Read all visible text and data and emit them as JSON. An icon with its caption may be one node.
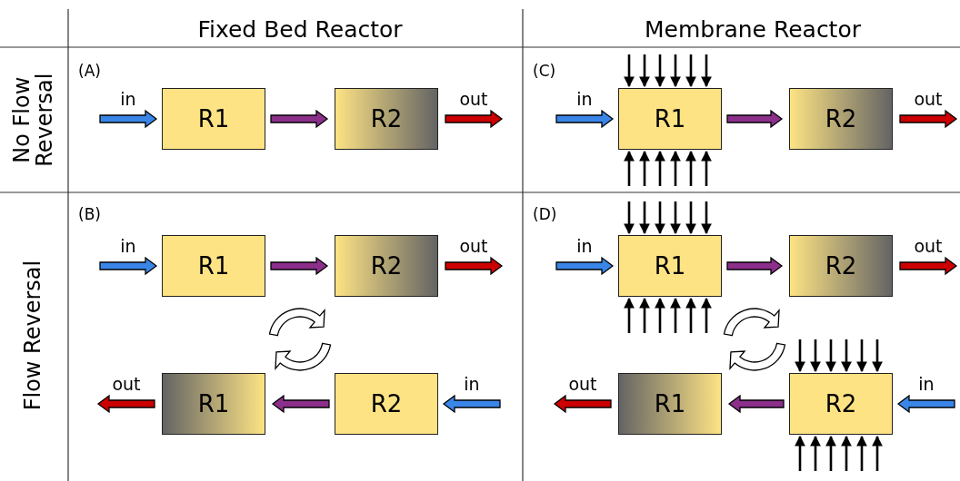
{
  "diagram": {
    "nodes": [
      {
        "text": [
          "R1"
        ]
      },
      {
        "text": [
          "R2"
        ]
      },
      {
        "text": [
          "R1"
        ]
      },
      {
        "text": [
          "R2"
        ]
      },
      {
        "text": [
          "R1"
        ]
      },
      {
        "text": [
          "R2"
        ]
      },
      {
        "text": [
          "R1"
        ]
      },
      {
        "text": [
          "R2"
        ]
      },
      {
        "text": [
          "R1"
        ]
      },
      {
        "text": [
          "R2"
        ]
      },
      {
        "text": [
          "R1"
        ]
      },
      {
        "text": [
          "R2"
        ]
      }
    ],
    "edges": [
      {
        "from": null,
        "to": 0,
        "arrow": "to",
        "label": "in",
        "style": "thick",
        "color": "#3a86e8"
      },
      {
        "from": 0,
        "to": 1,
        "arrow": "to",
        "style": "thick",
        "color": "#8b2f8b"
      },
      {
        "from": 1,
        "to": null,
        "arrow": "to",
        "label": "out",
        "style": "thick",
        "color": "#cc0000"
      },
      {
        "from": null,
        "to": 2,
        "arrow": "to",
        "label": "in",
        "style": "thick",
        "color": "#3a86e8"
      },
      {
        "from": 2,
        "to": 3,
        "arrow": "to",
        "style": "thick",
        "color": "#8b2f8b"
      },
      {
        "from": 3,
        "to": null,
        "arrow": "to",
        "label": "out",
        "style": "thick",
        "color": "#cc0000"
      },
      {
        "from": null,
        "to": 2,
        "arrow": "to"
      },
      {
        "from": null,
        "to": 2,
        "arrow": "to"
      },
      {
        "from": null,
        "to": 2,
        "arrow": "to"
      },
      {
        "from": null,
        "to": 2,
        "arrow": "to"
      },
      {
        "from": null,
        "to": 2,
        "arrow": "to"
      },
      {
        "from": null,
        "to": 2,
        "arrow": "to"
      },
      {
        "from": null,
        "to": 2,
        "arrow": "to"
      },
      {
        "from": null,
        "to": 2,
        "arrow": "to"
      },
      {
        "from": null,
        "to": 2,
        "arrow": "to"
      },
      {
        "from": null,
        "to": 2,
        "arrow": "to"
      },
      {
        "from": null,
        "to": 2,
        "arrow": "to"
      },
      {
        "from": null,
        "to": 2,
        "arrow": "to"
      },
      {
        "from": null,
        "to": 4,
        "arrow": "to",
        "label": "in",
        "style": "thick",
        "color": "#3a86e8"
      },
      {
        "from": 4,
        "to": 5,
        "arrow": "to",
        "style": "thick",
        "color": "#8b2f8b"
      },
      {
        "from": 5,
        "to": null,
        "arrow": "to",
        "label": "out",
        "style": "thick",
        "color": "#cc0000"
      },
      {
        "from": null,
        "to": 6,
        "arrow": "to",
        "label": "in",
        "style": "thick",
        "color": "#3a86e8"
      },
      {
        "from": 6,
        "to": 7,
        "arrow": "to",
        "style": "thick",
        "color": "#8b2f8b"
      },
      {
        "from": 7,
        "to": null,
        "arrow": "to",
        "label": "out",
        "style": "thick",
        "color": "#cc0000"
      },
      {
        "from": null,
        "to": 6,
        "arrow": "to"
      },
      {
        "from": null,
        "to": 6,
        "arrow": "to"
      },
      {
        "from": null,
        "to": 6,
        "arrow": "to"
      },
      {
        "from": null,
        "to": 6,
        "arrow": "to"
      },
      {
        "from": null,
        "to": 6,
        "arrow": "to"
      },
      {
        "from": null,
        "to": 6,
        "arrow": "to"
      },
      {
        "from": null,
        "to": 6,
        "arrow": "to"
      },
      {
        "from": null,
        "to": 6,
        "arrow": "to"
      },
      {
        "from": null,
        "to": 6,
        "arrow": "to"
      },
      {
        "from": null,
        "to": 6,
        "arrow": "to"
      },
      {
        "from": null,
        "to": 6,
        "arrow": "to"
      },
      {
        "from": null,
        "to": 6,
        "arrow": "to"
      },
      {
        "from": null,
        "to": 9,
        "arrow": "to",
        "label": "in",
        "style": "thick",
        "color": "#3a86e8"
      },
      {
        "from": 9,
        "to": 8,
        "arrow": "to",
        "style": "thick",
        "color": "#8b2f8b"
      },
      {
        "from": 8,
        "to": null,
        "arrow": "to",
        "label": "out",
        "style": "thick",
        "color": "#cc0000"
      },
      {
        "from": null,
        "to": 11,
        "arrow": "to",
        "label": "in",
        "style": "thick",
        "color": "#3a86e8"
      },
      {
        "from": 11,
        "to": 10,
        "arrow": "to",
        "style": "thick",
        "color": "#8b2f8b"
      },
      {
        "from": 10,
        "to": null,
        "arrow": "to",
        "label": "out",
        "style": "thick",
        "color": "#cc0000"
      },
      {
        "from": null,
        "to": 11,
        "arrow": "to"
      },
      {
        "from": null,
        "to": 11,
        "arrow": "to"
      },
      {
        "from": null,
        "to": 11,
        "arrow": "to"
      },
      {
        "from": null,
        "to": 11,
        "arrow": "to"
      },
      {
        "from": null,
        "to": 11,
        "arrow": "to"
      },
      {
        "from": null,
        "to": 11,
        "arrow": "to"
      },
      {
        "from": null,
        "to": 11,
        "arrow": "to"
      },
      {
        "from": null,
        "to": 11,
        "arrow": "to"
      },
      {
        "from": null,
        "to": 11,
        "arrow": "to"
      },
      {
        "from": null,
        "to": 11,
        "arrow": "to"
      },
      {
        "from": null,
        "to": 11,
        "arrow": "to"
      },
      {
        "from": null,
        "to": 11,
        "arrow": "to"
      }
    ],
    "labels": [
      "Fixed Bed Reactor",
      "Membrane Reactor",
      "No Flow Reversal",
      "(A)",
      "(C)",
      "Flow Reversal",
      "(B)",
      "(D)"
    ]
  }
}
